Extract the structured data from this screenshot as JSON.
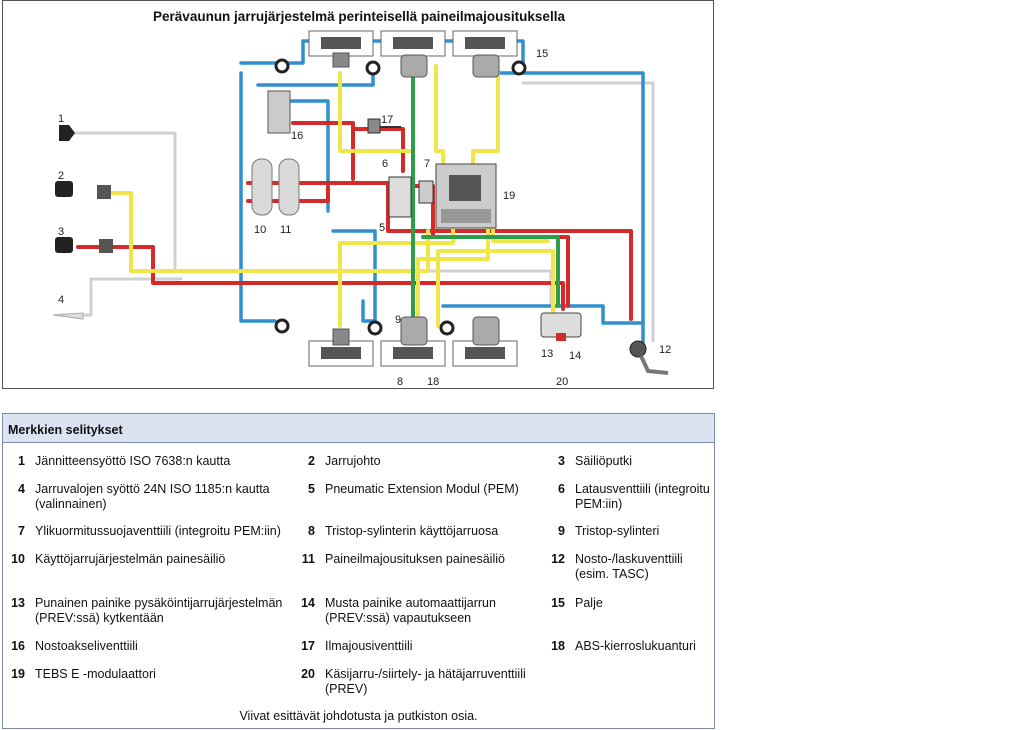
{
  "diagram": {
    "title": "Perävaunun jarrujärjestelmä perinteisellä paineilmajousituksella",
    "callouts": [
      {
        "id": "c1",
        "text": "1"
      },
      {
        "id": "c2",
        "text": "2"
      },
      {
        "id": "c3",
        "text": "3"
      },
      {
        "id": "c4",
        "text": "4"
      },
      {
        "id": "c5",
        "text": "5"
      },
      {
        "id": "c6",
        "text": "6"
      },
      {
        "id": "c7",
        "text": "7"
      },
      {
        "id": "c8",
        "text": "8"
      },
      {
        "id": "c9",
        "text": "9"
      },
      {
        "id": "c10",
        "text": "10"
      },
      {
        "id": "c11",
        "text": "11"
      },
      {
        "id": "c12",
        "text": "12"
      },
      {
        "id": "c13",
        "text": "13"
      },
      {
        "id": "c14",
        "text": "14"
      },
      {
        "id": "c15",
        "text": "15"
      },
      {
        "id": "c16",
        "text": "16"
      },
      {
        "id": "c17",
        "text": "17"
      },
      {
        "id": "c18",
        "text": "18"
      },
      {
        "id": "c19",
        "text": "19"
      },
      {
        "id": "c20",
        "text": "20"
      }
    ],
    "colors": {
      "supply_red": "#d42a2a",
      "control_yellow": "#f0e54a",
      "suspension_blue": "#2f8fcf",
      "spring_green": "#2e9c4a",
      "electric_grey": "#cfcfcf"
    }
  },
  "legend": {
    "header": "Merkkien selitykset",
    "items": [
      {
        "num": "1",
        "text": "Jännitteensyöttö ISO 7638:n kautta"
      },
      {
        "num": "2",
        "text": "Jarrujohto"
      },
      {
        "num": "3",
        "text": "Säiliöputki"
      },
      {
        "num": "4",
        "text": "Jarruvalojen syöttö 24N ISO 1185:n kautta (valinnainen)"
      },
      {
        "num": "5",
        "text": "Pneumatic Extension Modul (PEM)"
      },
      {
        "num": "6",
        "text": "Latausventtiili (integroitu PEM:iin)"
      },
      {
        "num": "7",
        "text": "Ylikuormitussuojaventtiili (integroitu PEM:iin)"
      },
      {
        "num": "8",
        "text": "Tristop-sylinterin käyttöjarruosa"
      },
      {
        "num": "9",
        "text": "Tristop-sylinteri"
      },
      {
        "num": "10",
        "text": "Käyttöjarrujärjestelmän painesäiliö"
      },
      {
        "num": "11",
        "text": "Paineilmajousituksen painesäiliö"
      },
      {
        "num": "12",
        "text": "Nosto-/laskuventtiili (esim. TASC)"
      },
      {
        "num": "13",
        "text": "Punainen painike pysäköintijarrujärjestelmän (PREV:ssä) kytkentään"
      },
      {
        "num": "14",
        "text": "Musta painike automaattijarrun (PREV:ssä) vapautukseen"
      },
      {
        "num": "15",
        "text": "Palje"
      },
      {
        "num": "16",
        "text": "Nostoakseliventtiili"
      },
      {
        "num": "17",
        "text": "Ilmajousiventtiili"
      },
      {
        "num": "18",
        "text": "ABS-kierroslukuanturi"
      },
      {
        "num": "19",
        "text": "TEBS E -modulaattori"
      },
      {
        "num": "20",
        "text": "Käsijarru-/siirtely- ja hätäjarruventtiili (PREV)"
      }
    ],
    "footer": "Viivat esittävät johdotusta ja putkiston osia."
  }
}
